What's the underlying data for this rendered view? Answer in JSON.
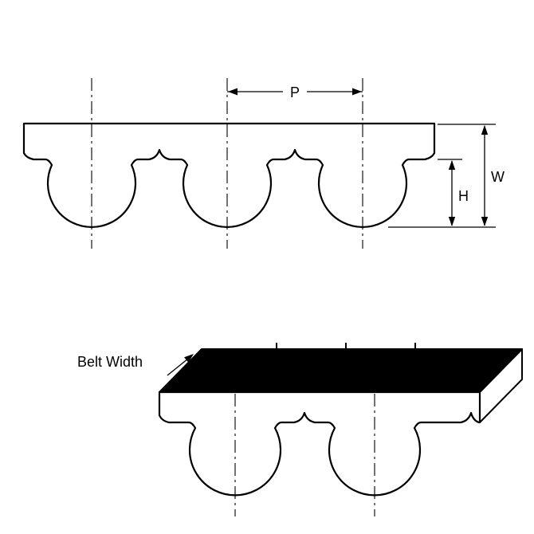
{
  "diagram": {
    "labels": {
      "pitch": "P",
      "width": "W",
      "height": "H",
      "belt_width": "Belt Width"
    },
    "colors": {
      "line": "#000000",
      "belt_fill": "#ffffff",
      "top_surface": "#000000",
      "background": "#ffffff"
    }
  }
}
